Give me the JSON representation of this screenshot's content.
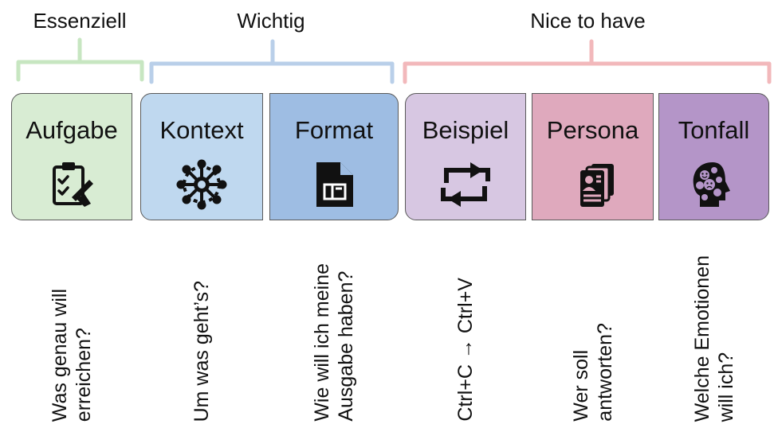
{
  "groups": {
    "essential": {
      "label": "Essenziell",
      "color": "#c7e6c1"
    },
    "important": {
      "label": "Wichtig",
      "color": "#b9cfe9"
    },
    "nice": {
      "label": "Nice to have",
      "color": "#f2b8bb"
    }
  },
  "cards": [
    {
      "title": "Aufgabe",
      "question": "Was genau will\nerreichen?",
      "bg": "#d8ecd3",
      "icon": "clipboard-checklist-icon"
    },
    {
      "title": "Kontext",
      "question": "Um was geht’s?",
      "bg": "#bfd8ef",
      "icon": "network-nodes-icon"
    },
    {
      "title": "Format",
      "question": "Wie will ich meine\nAusgabe haben?",
      "bg": "#9ebde3",
      "icon": "document-layout-icon"
    },
    {
      "title": "Beispiel",
      "question": "Ctrl+C → Ctrl+V",
      "bg": "#d7c7e2",
      "icon": "swap-arrows-icon"
    },
    {
      "title": "Persona",
      "question": "Wer soll\nantworten?",
      "bg": "#dfa9bd",
      "icon": "profile-cards-icon"
    },
    {
      "title": "Tonfall",
      "question": "Welche Emotionen\nwill ich?",
      "bg": "#b495c8",
      "icon": "head-emotions-icon"
    }
  ]
}
